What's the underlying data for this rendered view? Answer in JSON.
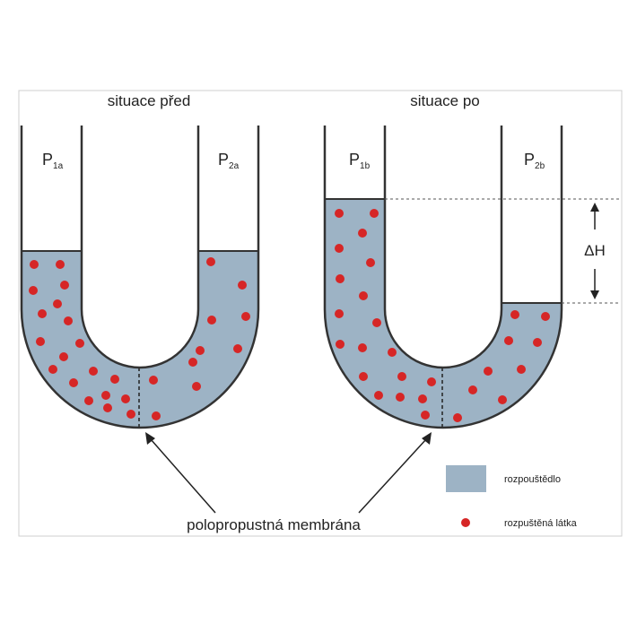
{
  "titles": {
    "left": "situace před",
    "right": "situace po"
  },
  "pressure_labels": {
    "p1a": {
      "main": "P",
      "sub": "1a"
    },
    "p2a": {
      "main": "P",
      "sub": "2a"
    },
    "p1b": {
      "main": "P",
      "sub": "1b"
    },
    "p2b": {
      "main": "P",
      "sub": "2b"
    }
  },
  "delta_h": "ΔH",
  "membrane_label": "polopropustná membrána",
  "legend": {
    "solvent": "rozpouštědlo",
    "solute": "rozpuštěná látka"
  },
  "colors": {
    "solvent": "#9db3c5",
    "solute": "#d62626",
    "outline": "#333333",
    "frame": "#cfcfcf"
  }
}
